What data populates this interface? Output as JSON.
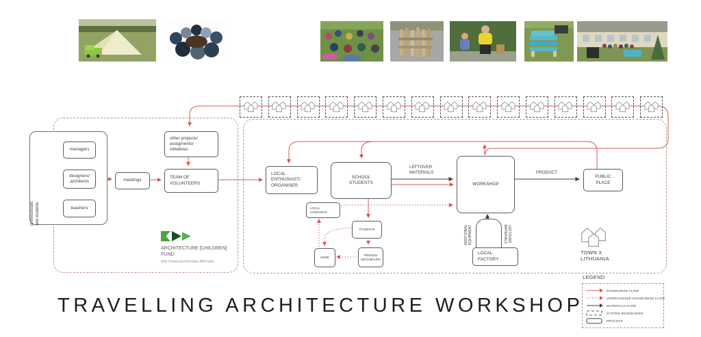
{
  "title": "TRAVELLING ARCHITECTURE WORKSHOP",
  "colors": {
    "knowledge_flow_red": "#d9544f",
    "boundary_rose": "#bf9092",
    "materials_black": "#414042",
    "box_border_gray": "#58595b",
    "icon_gray": "#9d9fa2",
    "logo_green_light": "#4aa63f",
    "logo_green_dark": "#175128",
    "logo_green_mid": "#4db547"
  },
  "photos": [
    {
      "name": "star-tent-field-photo"
    },
    {
      "name": "team-huddle-photo"
    },
    {
      "name": "children-on-grass-photo"
    },
    {
      "name": "pallet-structure-photo"
    },
    {
      "name": "volunteer-with-child-photo"
    },
    {
      "name": "blue-pallet-bench-photo"
    },
    {
      "name": "school-yard-photo"
    }
  ],
  "left_system": {
    "group_label": "professionals\nand students",
    "managers": "managers",
    "designers": "designers/\narchitects",
    "teachers": "teachers",
    "meetings": "meetings",
    "team": "TEAM OF\nVOLUNTEERS",
    "other_projects": "other projects/\nassigments/\ninitiatives",
    "fund_name": "ARCHITECTURE [CHILDREN]\nFUND",
    "fund_url": "http://www.archfondas.lt/lt/vaiku"
  },
  "right_system": {
    "enthusiast": "LOCAL\nENTHUSIAST/\nORGANISER",
    "school": "SCHOOL\nSTUDENTS",
    "workshop": "WORKSHOP",
    "public_place": "PUBLIC\nPLACE",
    "handyman": "LOCAL\nHANDYMAN",
    "students": "STUDENTS",
    "home": "HOME",
    "friends": "FRIENDS/\nNEIGHBOURS",
    "factory": "LOCAL\nFACTORY",
    "leftover_materials": "LEFTOVER\nMATERIALS",
    "product": "PRODUCT",
    "additional_equipment": "ADDITIONAL\nEQUIPMENT",
    "leftover_materials_side": "LEFTOVER\nMATERIALS",
    "town": "TOWN X\nLITHUANIA",
    "houses_row_count": 15
  },
  "legend": {
    "heading": "LEGEND",
    "items": [
      {
        "label": "KNOWLEDGE FLOW",
        "type": "solid-red"
      },
      {
        "label": "UNORGANISED KNOWLEDGE FLOW",
        "type": "dotted-red"
      },
      {
        "label": "MATERIALS FLOW",
        "type": "solid-black"
      },
      {
        "label": "SYSTEM BOUNDARIES",
        "type": "dashed-boundary"
      },
      {
        "label": "PROCESS",
        "type": "process-box"
      }
    ]
  }
}
